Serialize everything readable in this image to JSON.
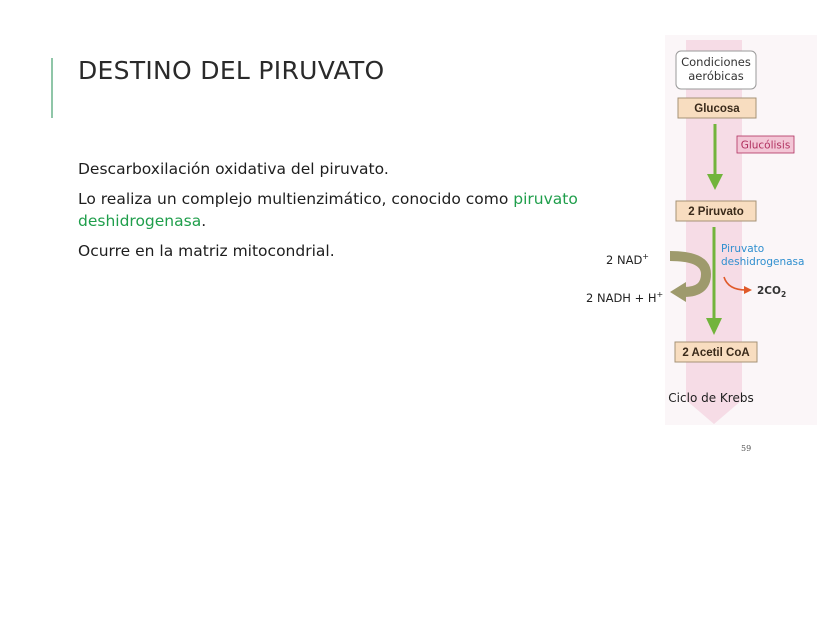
{
  "slide": {
    "title": "DESTINO DEL PIRUVATO",
    "paragraphs": {
      "p1": "Descarboxilación oxidativa del piruvato.",
      "p2_before": "Lo realiza un complejo multienzimático, conocido como ",
      "p2_highlight": "piruvato deshidrogenasa",
      "p2_after": ".",
      "p3": "Ocurre en la matriz mitocondrial."
    },
    "page_number": "59"
  },
  "diagram": {
    "condition_line1": "Condiciones",
    "condition_line2": "aeróbicas",
    "glucose": "Glucosa",
    "glycolysis": "Glucólisis",
    "pyruvate": "2 Piruvato",
    "enzyme_line1": "Piruvato",
    "enzyme_line2": "deshidrogenasa",
    "nad_in": "2 NAD",
    "nad_in_sup": "+",
    "nadh_out": "2 NADH + H",
    "nadh_out_sup": "+",
    "co2": "2CO",
    "co2_sub": "2",
    "acetyl_coa": "2 Acetil CoA",
    "krebs": "Ciclo de Krebs"
  },
  "colors": {
    "highlight_text": "#1f9e4b",
    "accent_bar": "#8fc6a8",
    "pink_column": "#f6dce6",
    "box_fill": "#f8ddc0",
    "box_stroke": "#a69276",
    "green_arrow": "#72b43c",
    "enzyme_text": "#2f8fcf",
    "glycolysis_fill": "#f3c6d6",
    "glycolysis_text": "#b0305f",
    "co2_arrow": "#e05a2a",
    "nad_arrow": "#9e9a6c"
  }
}
